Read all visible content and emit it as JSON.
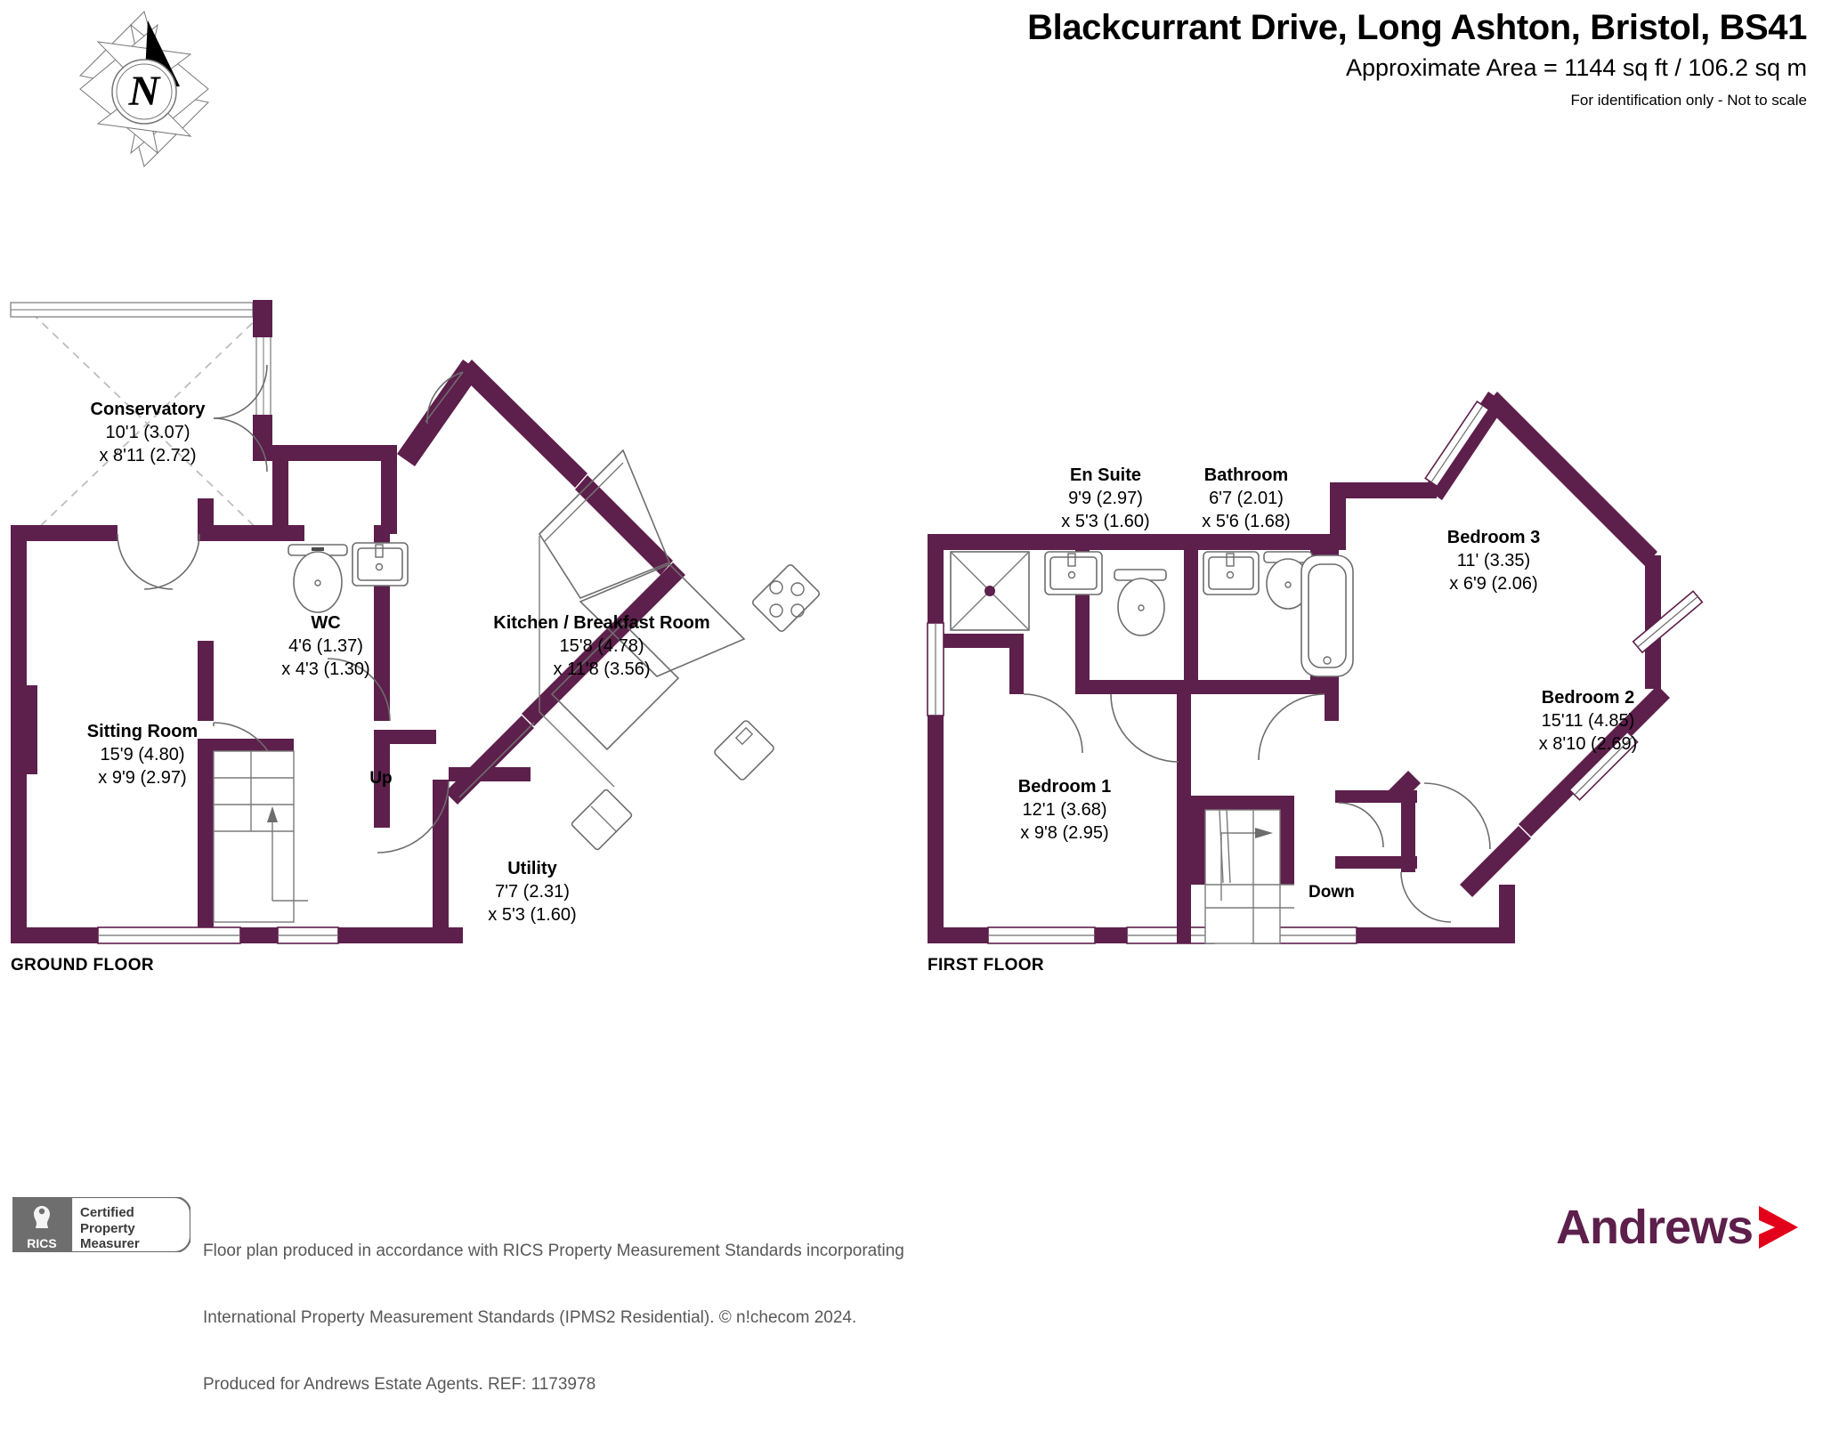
{
  "header": {
    "title": "Blackcurrant Drive, Long Ashton, Bristol, BS41",
    "area": "Approximate Area = 1144 sq ft / 106.2 sq m",
    "disclaimer": "For identification only - Not to scale"
  },
  "compass": {
    "north_letter": "N"
  },
  "colors": {
    "wall": "#5d1f4b",
    "wall_dark": "#4a1a3c",
    "thin_line": "#6d6d6d",
    "dashed": "#b9b9b9",
    "andrews_text": "#5d1f4b",
    "andrews_chevron": "#e2001a",
    "rics_grey": "#6e6e6e",
    "footer_text": "#585858"
  },
  "ground_floor": {
    "label": "GROUND FLOOR",
    "rooms": [
      {
        "id": "conservatory",
        "name": "Conservatory",
        "dim1": "10'1 (3.07)",
        "dim2": "x 8'11 (2.72)"
      },
      {
        "id": "sitting-room",
        "name": "Sitting Room",
        "dim1": "15'9 (4.80)",
        "dim2": "x 9'9 (2.97)"
      },
      {
        "id": "wc",
        "name": "WC",
        "dim1": "4'6 (1.37)",
        "dim2": "x 4'3 (1.30)"
      },
      {
        "id": "kitchen-breakfast-room",
        "name": "Kitchen / Breakfast Room",
        "dim1": "15'8 (4.78)",
        "dim2": "x 11'8 (3.56)"
      },
      {
        "id": "utility",
        "name": "Utility",
        "dim1": "7'7 (2.31)",
        "dim2": "x 5'3 (1.60)"
      }
    ],
    "stair_label": "Up"
  },
  "first_floor": {
    "label": "FIRST FLOOR",
    "rooms": [
      {
        "id": "en-suite",
        "name": "En Suite",
        "dim1": "9'9 (2.97)",
        "dim2": "x 5'3 (1.60)"
      },
      {
        "id": "bathroom",
        "name": "Bathroom",
        "dim1": "6'7 (2.01)",
        "dim2": "x 5'6 (1.68)"
      },
      {
        "id": "bedroom-3",
        "name": "Bedroom 3",
        "dim1": "11' (3.35)",
        "dim2": "x 6'9 (2.06)"
      },
      {
        "id": "bedroom-2",
        "name": "Bedroom 2",
        "dim1": "15'11 (4.85)",
        "dim2": "x 8'10 (2.69)"
      },
      {
        "id": "bedroom-1",
        "name": "Bedroom 1",
        "dim1": "12'1 (3.68)",
        "dim2": "x 9'8 (2.95)"
      }
    ],
    "stair_label": "Down"
  },
  "footer": {
    "rics_acronym": "RICS",
    "rics_line1": "Certified",
    "rics_line2": "Property",
    "rics_line3": "Measurer",
    "text_line1": "Floor plan produced in accordance with RICS Property Measurement Standards incorporating",
    "text_line2": "International Property Measurement Standards (IPMS2 Residential).   © n!checom 2024.",
    "text_line3": "Produced for Andrews Estate Agents.   REF:   1173978",
    "brand": "Andrews"
  }
}
